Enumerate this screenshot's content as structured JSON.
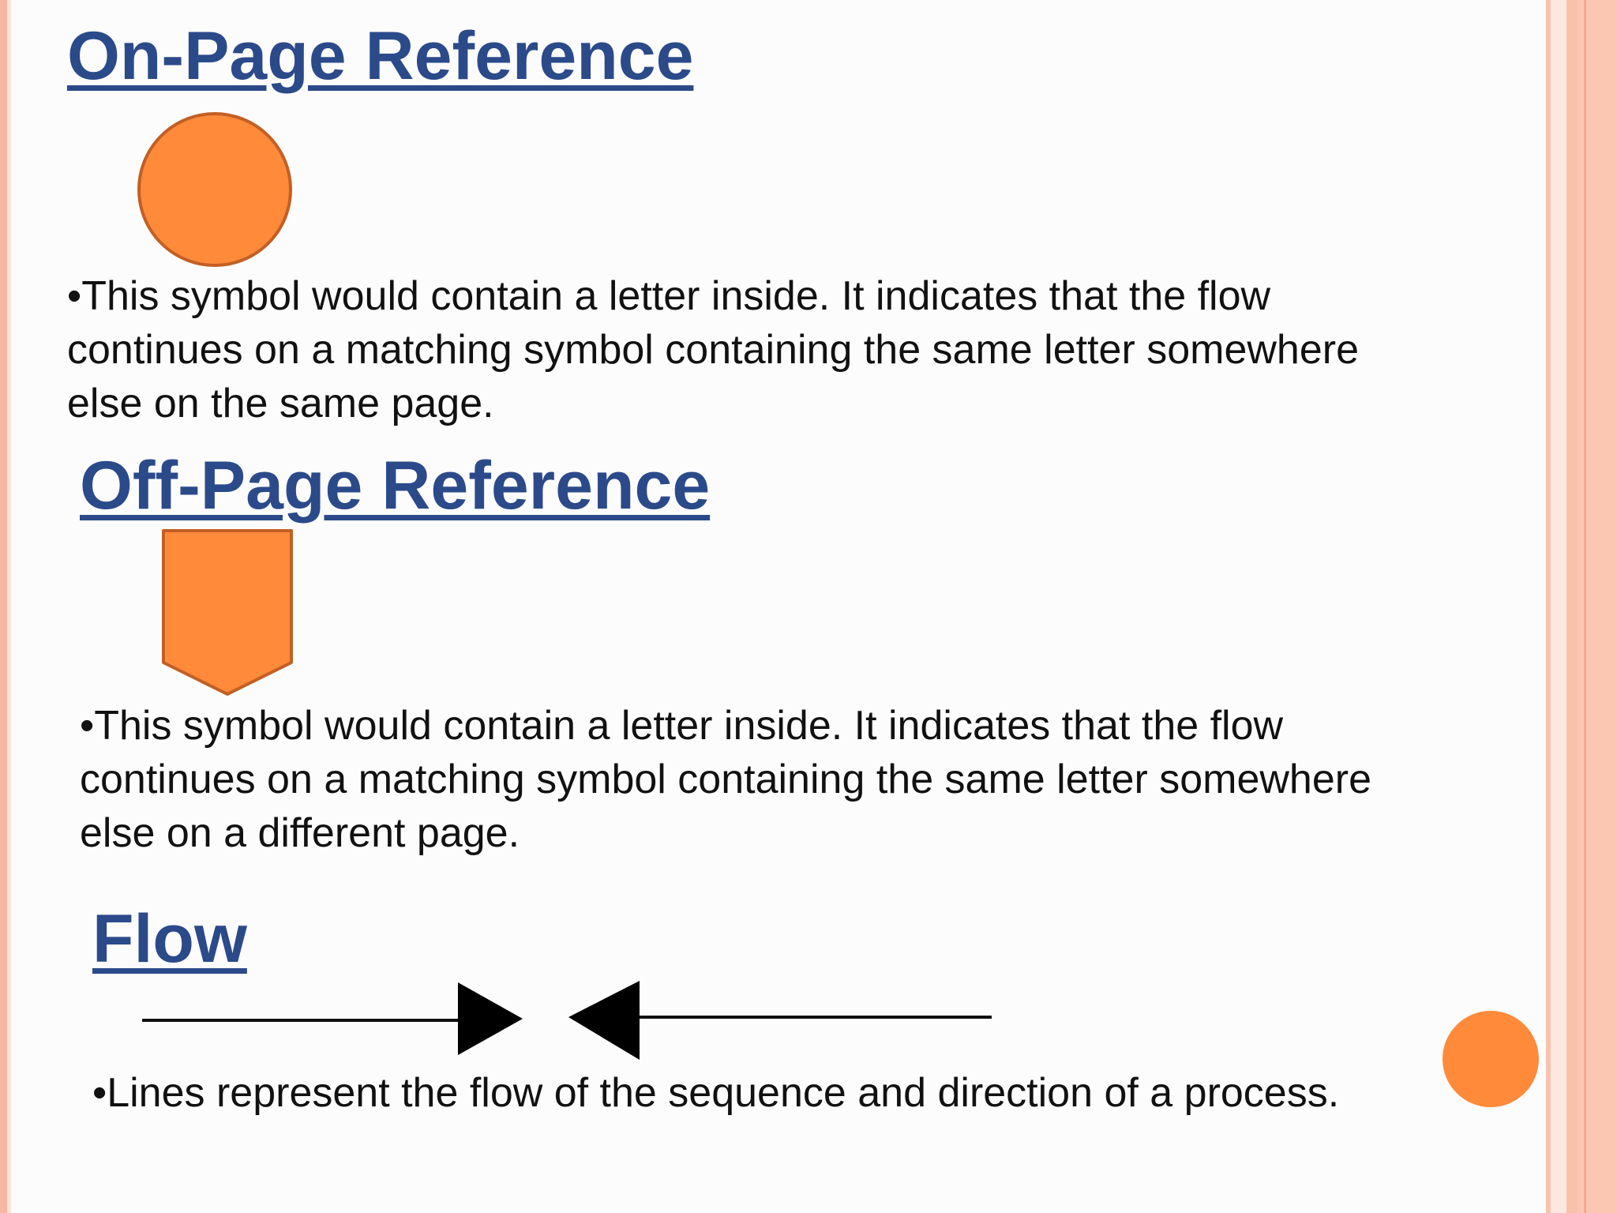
{
  "sections": {
    "on_page": {
      "title": "On-Page Reference",
      "desc_lines": [
        "•This symbol would contain a letter inside. It indicates that the flow",
        "continues on a matching symbol containing the same letter somewhere",
        "else on the same page."
      ],
      "symbol_icon": "circle-connector-icon"
    },
    "off_page": {
      "title": "Off-Page Reference",
      "desc_lines": [
        "•This symbol would contain a letter inside. It indicates that the flow",
        "continues on a matching symbol containing the same letter somewhere",
        "else on a different page."
      ],
      "symbol_icon": "pentagon-connector-icon"
    },
    "flow": {
      "title": "Flow",
      "desc": "•Lines represent the flow of the sequence and direction of a process.",
      "symbol_icons": [
        "arrow-right-icon",
        "arrow-left-icon"
      ]
    }
  },
  "colors": {
    "heading": "#2b4a8a",
    "shape_fill": "#fe8a3a",
    "shape_stroke": "#c35f24",
    "text": "#111111",
    "border_accent": "#f6b8a4"
  }
}
